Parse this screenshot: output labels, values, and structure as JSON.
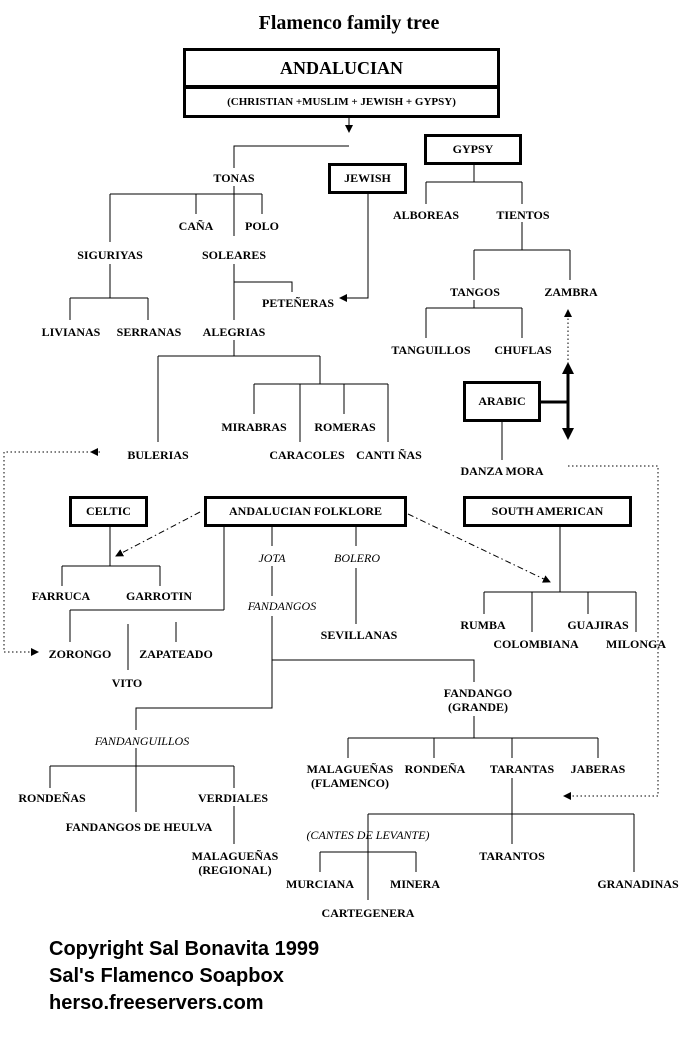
{
  "title": "Flamenco family tree",
  "header": {
    "main": "ANDALUCIAN",
    "sub": "(CHRISTIAN +MUSLIM + JEWISH + GYPSY)"
  },
  "boxes": {
    "gypsy": "GYPSY",
    "jewish": "JEWISH",
    "arabic": "ARABIC",
    "celtic": "CELTIC",
    "andalucian_folklore": "ANDALUCIAN FOLKLORE",
    "south_american": "SOUTH AMERICAN"
  },
  "nodes": {
    "tonas": "TONAS",
    "cana": "CAÑA",
    "polo": "POLO",
    "siguiriyas": "SIGURIYAS",
    "soleares": "SOLEARES",
    "petenera": "PETEÑERAS",
    "livianas": "LIVIANAS",
    "serranas": "SERRANAS",
    "alegrias": "ALEGRIAS",
    "mirabras": "MIRABRAS",
    "romeras": "ROMERAS",
    "caracoles": "CARACOLES",
    "cantinas": "CANTI ÑAS",
    "bulerias": "BULERIAS",
    "alboreas": "ALBOREAS",
    "tientos": "TIENTOS",
    "tangos": "TANGOS",
    "zambra": "ZAMBRA",
    "tanguillos": "TANGUILLOS",
    "chuflas": "CHUFLAS",
    "danza_mora": "DANZA MORA",
    "farruca": "FARRUCA",
    "garrotin": "GARROTIN",
    "zorongo": "ZORONGO",
    "zapateado": "ZAPATEADO",
    "vito": "VITO",
    "jota": "JOTA",
    "bolero": "BOLERO",
    "fandangos": "FANDANGOS",
    "sevillanas": "SEVILLANAS",
    "rumba": "RUMBA",
    "colombiana": "COLOMBIANA",
    "guajiras": "GUAJIRAS",
    "milonga": "MILONGA",
    "fandango_grande_1": "FANDANGO",
    "fandango_grande_2": "(GRANDE)",
    "fandanguillos": "FANDANGUILLOS",
    "rondenas_left": "RONDEÑAS",
    "verdiales": "VERDIALES",
    "fandangos_heulva": "FANDANGOS DE HEULVA",
    "malaguenas_regional_1": "MALAGUEÑAS",
    "malaguenas_regional_2": "(REGIONAL)",
    "malaguenas_flamenco_1": "MALAGUEÑAS",
    "malaguenas_flamenco_2": "(FLAMENCO)",
    "rondena": "RONDEÑA",
    "tarantas": "TARANTAS",
    "jaberas": "JABERAS",
    "cantes_levante": "(CANTES DE LEVANTE)",
    "tarantos": "TARANTOS",
    "granadinas": "GRANADINAS",
    "murciana": "MURCIANA",
    "minera": "MINERA",
    "cartegenera": "CARTEGENERA"
  },
  "footer": {
    "line1": "Copyright Sal Bonavita 1999",
    "line2": "Sal's Flamenco Soapbox",
    "line3": "herso.freeservers.com"
  }
}
